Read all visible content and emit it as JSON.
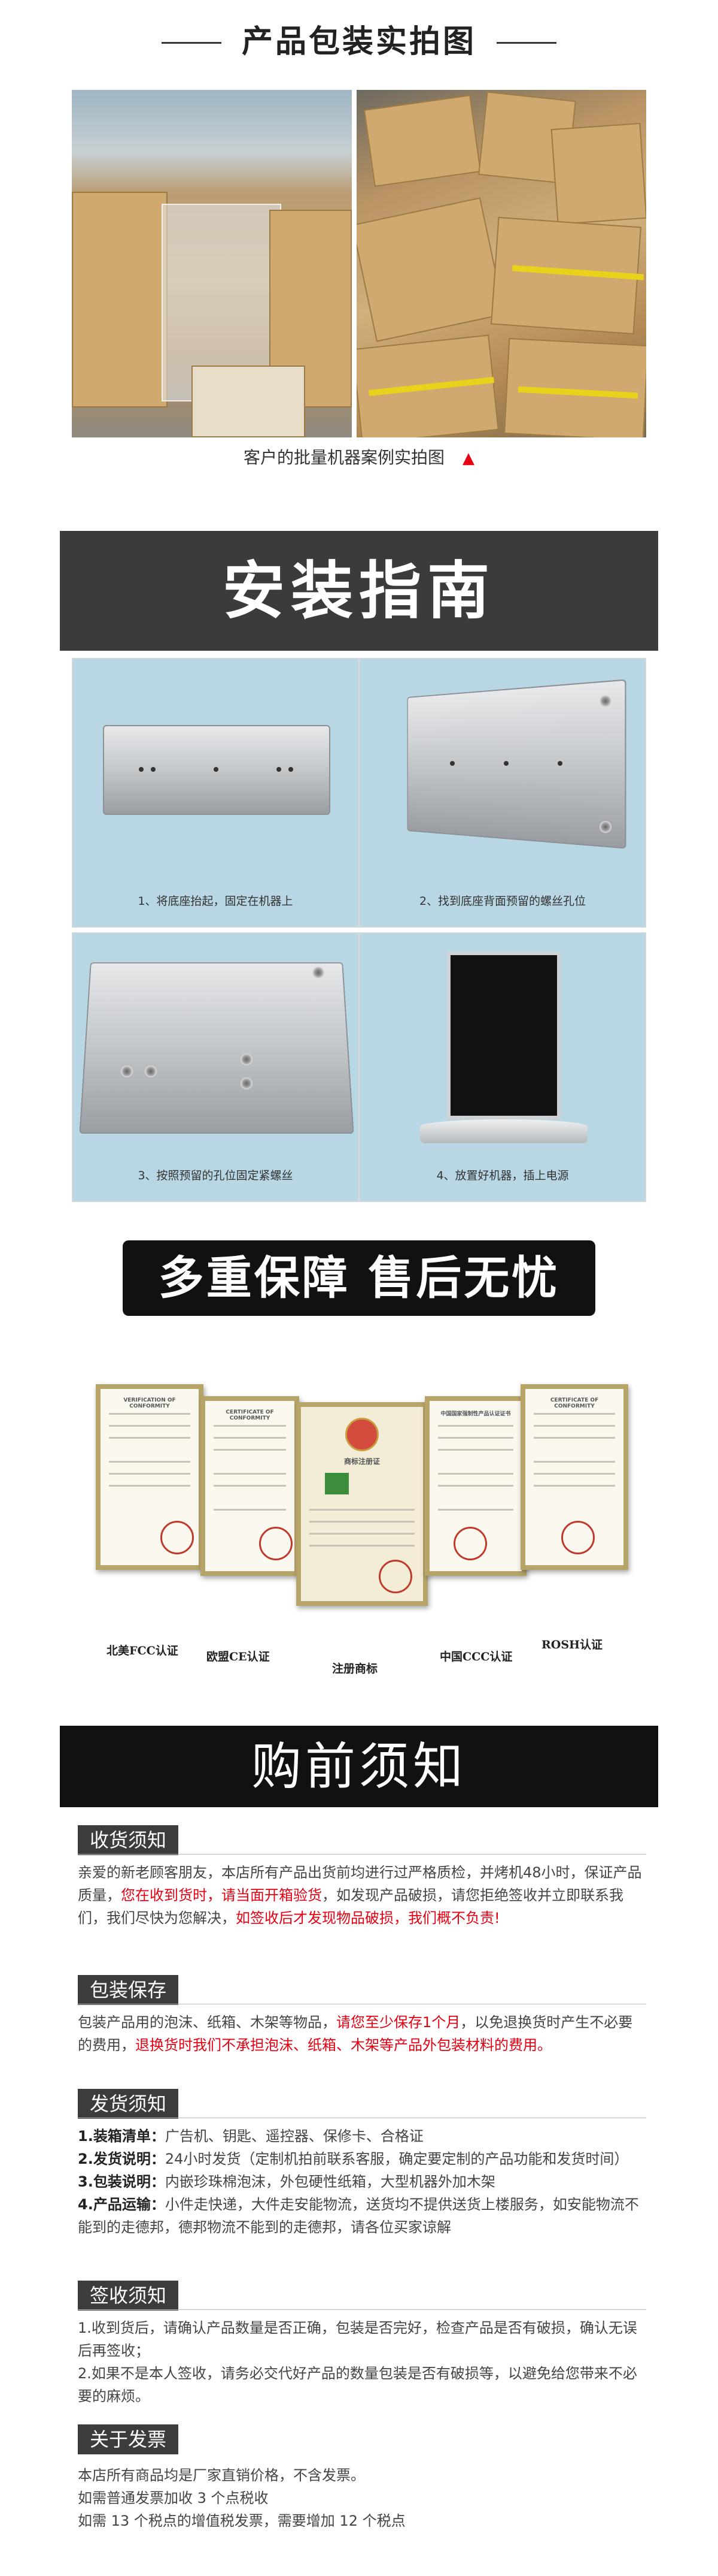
{
  "packaging": {
    "title": "产品包装实拍图",
    "caption": "客户的批量机器案例实拍图",
    "arrow": "▲"
  },
  "install": {
    "title": "安装指南",
    "steps": [
      {
        "caption": "1、将底座抬起，固定在机器上"
      },
      {
        "caption": "2、找到底座背面预留的螺丝孔位"
      },
      {
        "caption": "3、按照预留的孔位固定紧螺丝"
      },
      {
        "caption": "4、放置好机器，插上电源"
      }
    ]
  },
  "guarantee": {
    "title": "多重保障 售后无忧",
    "certs": [
      {
        "label": "北美FCC认证"
      },
      {
        "label": "欧盟CE认证"
      },
      {
        "label": "注册商标"
      },
      {
        "label": "中国CCC认证"
      },
      {
        "label": "ROSH认证"
      }
    ],
    "cert_headers": [
      "VERIFICATION OF CONFORMITY",
      "CERTIFICATE OF CONFORMITY",
      "商标注册证",
      "中国国家强制性产品认证证书",
      "CERTIFICATE OF CONFORMITY"
    ]
  },
  "notice": {
    "title": "购前须知",
    "receiving": {
      "tag": "收货须知",
      "p1": "亲爱的新老顾客朋友，本店所有产品出货前均进行过严格质检，并烤机48小时，保证产品质量，",
      "p2": "您在收到货时，请当面开箱验货",
      "p3": "，如发现产品破损，请您拒绝签收并立即联系我们，我们尽快为您解决，",
      "p4": "如签收后才发现物品破损，我们概不负责!"
    },
    "storage": {
      "tag": "包装保存",
      "p1": "包装产品用的泡沫、纸箱、木架等物品，",
      "p2": "请您至少保存1个月",
      "p3": "，以免退换货时产生不必要的费用，",
      "p4": "退换货时我们不承担泡沫、纸箱、木架等产品外包装材料的费用。"
    },
    "shipping": {
      "tag": "发货须知",
      "items": [
        {
          "key": "1.装箱清单：",
          "text": "广告机、钥匙、遥控器、保修卡、合格证"
        },
        {
          "key": "2.发货说明：",
          "text": "24小时发货（定制机拍前联系客服，确定要定制的产品功能和发货时间）"
        },
        {
          "key": "3.包装说明：",
          "text": "内嵌珍珠棉泡沫，外包硬性纸箱，大型机器外加木架"
        },
        {
          "key": "4.产品运输：",
          "text": "小件走快递，大件走安能物流，送货均不提供送货上楼服务，如安能物流不能到的走德邦，德邦物流不能到的走德邦，请各位买家谅解"
        }
      ]
    },
    "signing": {
      "tag": "签收须知",
      "items": [
        "1.收到货后，请确认产品数量是否正确，包装是否完好，检查产品是否有破损，确认无误后再签收；",
        "2.如果不是本人签收，请务必交代好产品的数量包装是否有破损等，以避免给您带来不必要的麻烦。"
      ]
    },
    "invoice": {
      "tag": "关于发票",
      "items": [
        "本店所有商品均是厂家直销价格，不含发票。",
        "如需普通发票加收 3 个点税收",
        "如需 13 个税点的增值税发票，需要增加 12 个税点"
      ]
    }
  }
}
